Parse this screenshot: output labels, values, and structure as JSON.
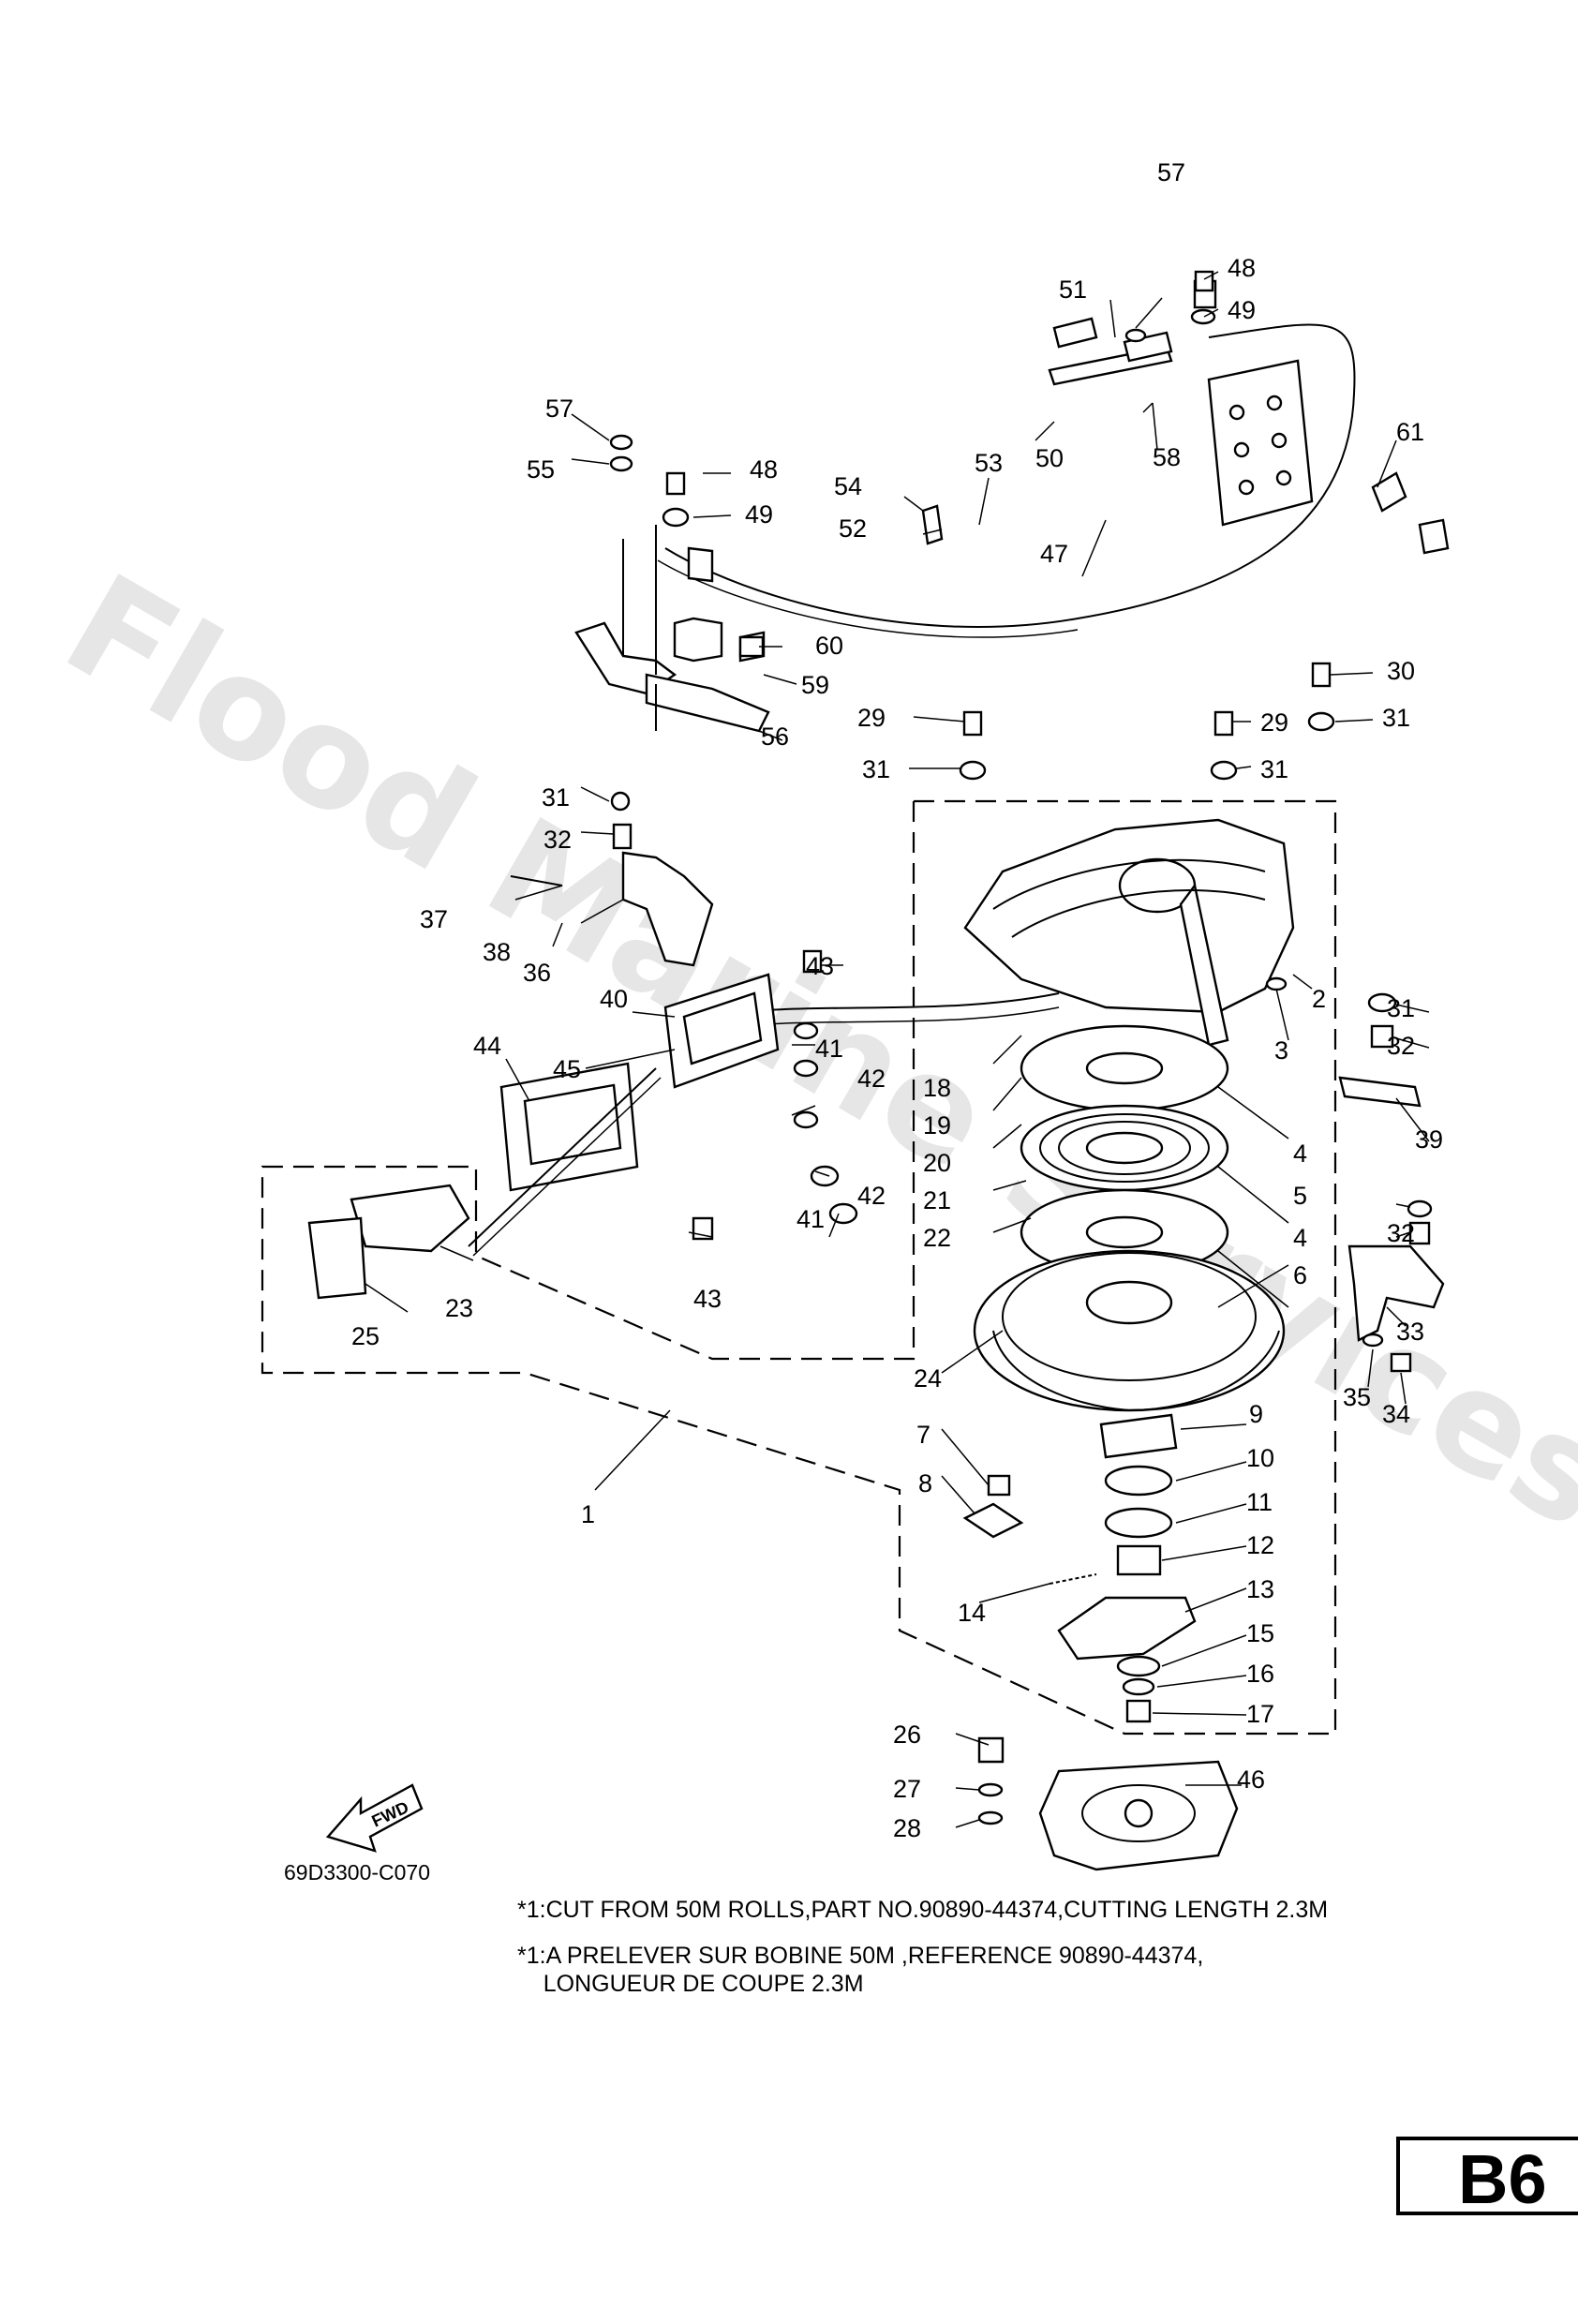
{
  "watermark": "Flood Marine Services",
  "page_badge": "B6",
  "drawing_code": "69D3300-C070",
  "fwd_label": "FWD",
  "notes": [
    "*1:CUT FROM 50M ROLLS,PART NO.90890-44374,CUTTING LENGTH 2.3M",
    "*1:A PRELEVER SUR BOBINE 50M ,REFERENCE 90890-44374,\n    LONGUEUR DE COUPE 2.3M"
  ],
  "callouts": [
    "1",
    "2",
    "3",
    "4",
    "4",
    "5",
    "6",
    "7",
    "8",
    "9",
    "10",
    "11",
    "12",
    "13",
    "14",
    "15",
    "16",
    "17",
    "18",
    "19",
    "20",
    "21",
    "22",
    "23",
    "24",
    "25",
    "26",
    "27",
    "28",
    "29",
    "29",
    "30",
    "31",
    "31",
    "31",
    "31",
    "31",
    "32",
    "32",
    "32",
    "33",
    "34",
    "35",
    "36",
    "37",
    "38",
    "39",
    "40",
    "41",
    "41",
    "42",
    "42",
    "43",
    "43",
    "44",
    "45",
    "46",
    "47",
    "48",
    "48",
    "49",
    "49",
    "50",
    "51",
    "52",
    "53",
    "54",
    "55",
    "56",
    "57",
    "57",
    "58",
    "59",
    "60",
    "61"
  ]
}
